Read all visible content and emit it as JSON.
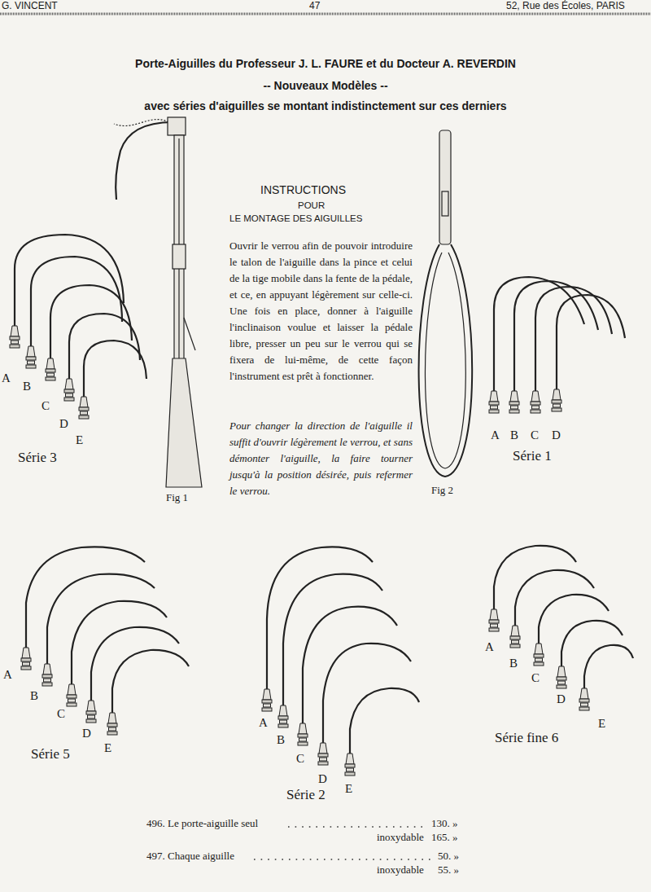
{
  "diagram": {
    "title": "Porte-Aiguilles du Professeur J. L. FAURE et du Docteur A. REVERDIN",
    "labels": [
      "G. VINCENT",
      "47",
      "52, Rue des Écoles, PARIS",
      "-- Nouveaux Modèles --",
      "avec séries d'aiguilles se montant indistinctement sur ces derniers",
      "INSTRUCTIONS",
      "POUR",
      "LE MONTAGE DES AIGUILLES",
      "Ouvrir le verrou afin de pouvoir introduire le talon de l'aiguille dans la pince et celui de la tige mobile dans la fente de la pédale, et ce, en appuyant légèrement sur celle-ci. Une fois en place, donner à l'aiguille l'inclinaison voulue et laisser la pédale libre, presser un peu sur le verrou qui se fixera de lui-même, de cette façon l'instrument est prêt à fonctionner.",
      "Pour changer la direction de l'aiguille il suffit d'ouvrir légèrement le verrou, et sans démonter l'aiguille, la faire tourner jusqu'à la position désirée, puis refermer le verrou.",
      "Fig 1",
      "Fig 2",
      "A",
      "B",
      "C",
      "D",
      "E",
      "Série 3",
      "A",
      "B",
      "C",
      "D",
      "Série 1",
      "A",
      "B",
      "C",
      "D",
      "E",
      "Série 5",
      "A",
      "B",
      "C",
      "D",
      "E",
      "Série 2",
      "A",
      "B",
      "C",
      "D",
      "E",
      "Série fine 6",
      "496. Le porte-aiguille seul",
      "130. »",
      "inoxydable",
      "165. »",
      "497. Chaque aiguille",
      "50. »",
      "inoxydable",
      "55. »"
    ]
  }
}
